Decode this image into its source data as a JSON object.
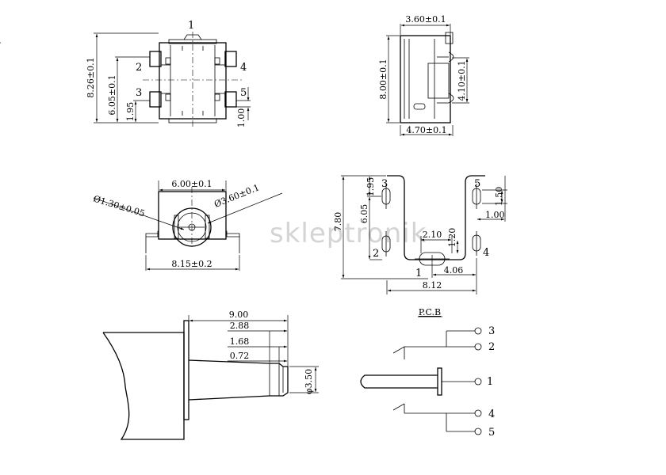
{
  "watermark": "skleptronik",
  "top_view": {
    "pins": [
      "1",
      "2",
      "3",
      "4",
      "5"
    ],
    "dim_height": "8.26±0.1",
    "dim_pin_span": "6.05±0.1",
    "dim_pin_offset": "1.95",
    "dim_pin_width": "1.00"
  },
  "side_view": {
    "dim_top": "3.60±0.1",
    "dim_height": "8.00±0.1",
    "dim_bottom": "4.70±0.1",
    "dim_pin": "4.10±0.1"
  },
  "front_view": {
    "dim_top": "6.00±0.1",
    "dim_bottom": "8.15±0.2",
    "dia_small": "Ø1.30±0.05",
    "dia_large": "Ø3.60±0.1"
  },
  "pcb_view": {
    "pins": [
      "3",
      "2",
      "1",
      "5",
      "4"
    ],
    "dim_height": "7.80",
    "dim_span": "6.05",
    "dim_top_offset": "1.95",
    "dim_pad_width": "2.10",
    "dim_pad_height": "1.20",
    "dim_pad_offset": "4.06",
    "dim_width": "8.12",
    "dim_pad_small": "1.50",
    "dim_right_offset": "1.00"
  },
  "plug_view": {
    "dim_length": "9.00",
    "dim_a": "2.88",
    "dim_b": "1.68",
    "dim_c": "0.72",
    "dim_dia": "φ3.50"
  },
  "schematic": {
    "title": "P.C.B",
    "pins": [
      "3",
      "2",
      "1",
      "4",
      "5"
    ]
  }
}
